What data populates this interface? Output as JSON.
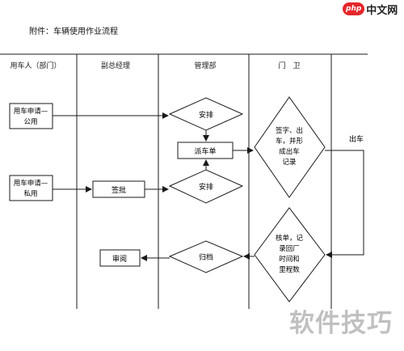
{
  "logo": {
    "badge": "php",
    "text": "中文网"
  },
  "title": "附件：车辆使用作业流程",
  "lanes": [
    "用车人（部门）",
    "副总经理",
    "管理部",
    "门　卫"
  ],
  "nodes": {
    "apply_public": [
      "用车申请—",
      "公用"
    ],
    "apply_private": [
      "用车申请—",
      "私用"
    ],
    "sign": "签批",
    "arrange_top": "安排",
    "dispatch": "派车单",
    "arrange_mid": "安排",
    "gate_out": [
      "签字、出",
      "车，并形",
      "成出车",
      "记录"
    ],
    "gate_back": [
      "核单，记",
      "录回厂",
      "时间和",
      "里程数"
    ],
    "filing": "归档",
    "review": "审阅"
  },
  "edge_labels": {
    "depart": "出车"
  },
  "watermark": "软件技巧",
  "colors": {
    "line": "#1a1a1a",
    "brand": "#e5262a"
  }
}
